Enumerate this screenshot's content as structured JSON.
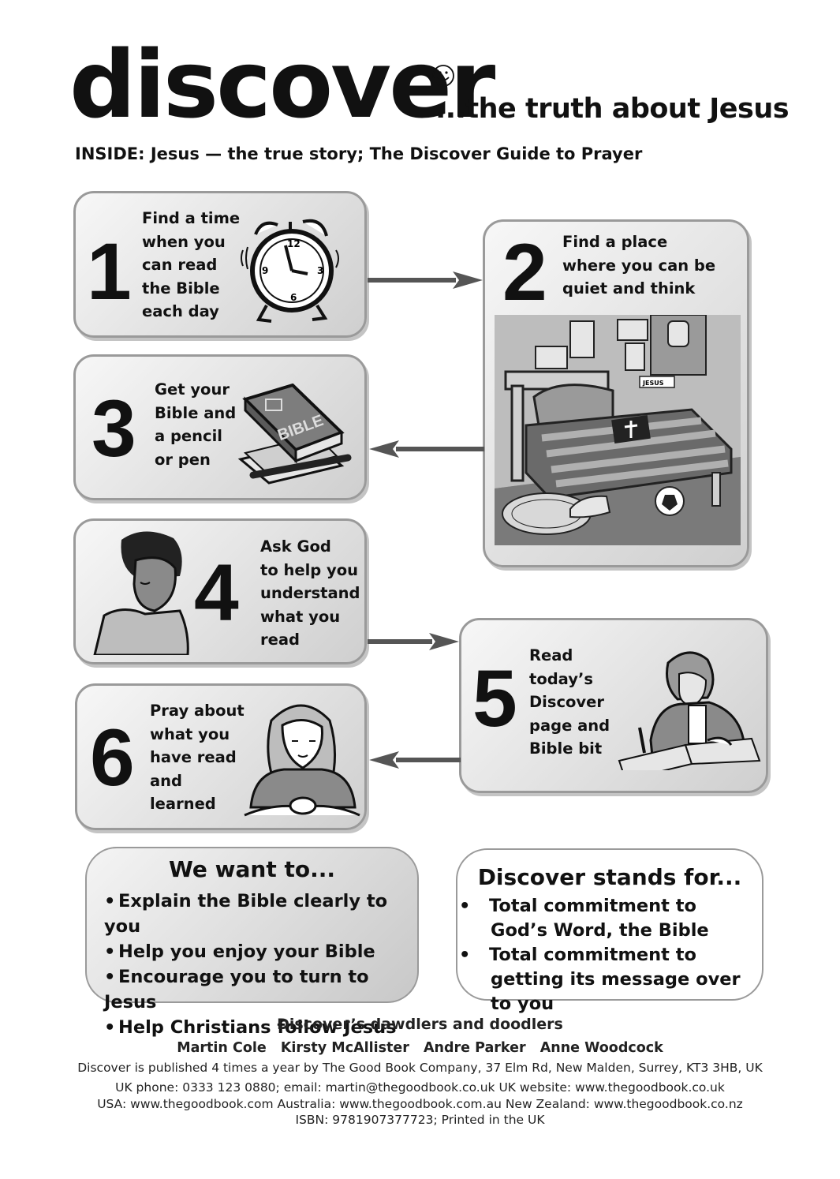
{
  "masthead": {
    "title": "discover",
    "tagline": "...the truth about Jesus",
    "inside": "INSIDE: Jesus — the true story; The Discover Guide to Prayer"
  },
  "steps": [
    {
      "number": "1",
      "lines": [
        "Find a time",
        "when you",
        "can read",
        "the Bible",
        "each day"
      ],
      "illustration": "alarm-clock-icon"
    },
    {
      "number": "2",
      "lines": [
        "Find a place",
        "where you can be",
        "quiet and think"
      ],
      "illustration": "bedroom-scene"
    },
    {
      "number": "3",
      "lines": [
        "Get your",
        "Bible and",
        "a pencil",
        "or pen"
      ],
      "illustration": "bible-book-icon",
      "book_label": "BIBLE"
    },
    {
      "number": "4",
      "lines": [
        "Ask God",
        "to help you",
        "understand",
        "what you",
        "read"
      ],
      "illustration": "praying-boy"
    },
    {
      "number": "5",
      "lines": [
        "Read",
        "today’s",
        "Discover",
        "page and",
        "Bible bit"
      ],
      "illustration": "reading-boy"
    },
    {
      "number": "6",
      "lines": [
        "Pray about",
        "what you",
        "have read",
        "and",
        "learned"
      ],
      "illustration": "praying-girl"
    }
  ],
  "room_sign": "JESUS",
  "we_want": {
    "title": "We want to...",
    "items": [
      "Explain the Bible clearly to you",
      "Help you enjoy your Bible",
      "Encourage you to turn to Jesus",
      "Help Christians follow Jesus"
    ]
  },
  "stands_for": {
    "title": "Discover stands for...",
    "items": [
      "Total commitment to God’s Word, the Bible",
      "Total commitment to getting its message over to you"
    ]
  },
  "credits": {
    "heading": "Discover’s dawdlers and doodlers",
    "names": [
      "Martin Cole",
      "Kirsty McAllister",
      "Andre Parker",
      "Anne Woodcock"
    ],
    "lines": [
      "Discover is published 4 times a year by The Good Book Company, 37 Elm Rd, New Malden, Surrey, KT3 3HB, UK",
      "UK phone: 0333 123 0880; email: martin@thegoodbook.co.uk UK website: www.thegoodbook.co.uk",
      "USA: www.thegoodbook.com Australia: www.thegoodbook.com.au New Zealand: www.thegoodbook.co.nz",
      "ISBN: 9781907377723; Printed in the UK"
    ]
  },
  "colors": {
    "box_border": "#9a9a9a",
    "arrow": "#555555",
    "text": "#111111"
  }
}
